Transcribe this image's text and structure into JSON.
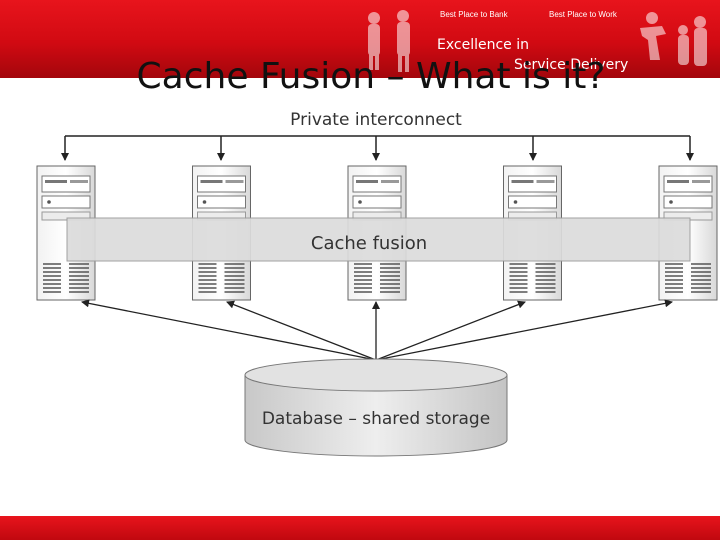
{
  "header": {
    "tagline_left": "Best Place to Bank",
    "tagline_right": "Best Place to Work",
    "motto_line1": "Excellence in",
    "motto_line2": "Service Delivery",
    "accent_color": "#e0101a"
  },
  "title": "Cache Fusion – What is it?",
  "diagram": {
    "interconnect_label": "Private interconnect",
    "cache_label": "Cache fusion",
    "storage_label": "Database – shared storage",
    "server_count": 5
  }
}
